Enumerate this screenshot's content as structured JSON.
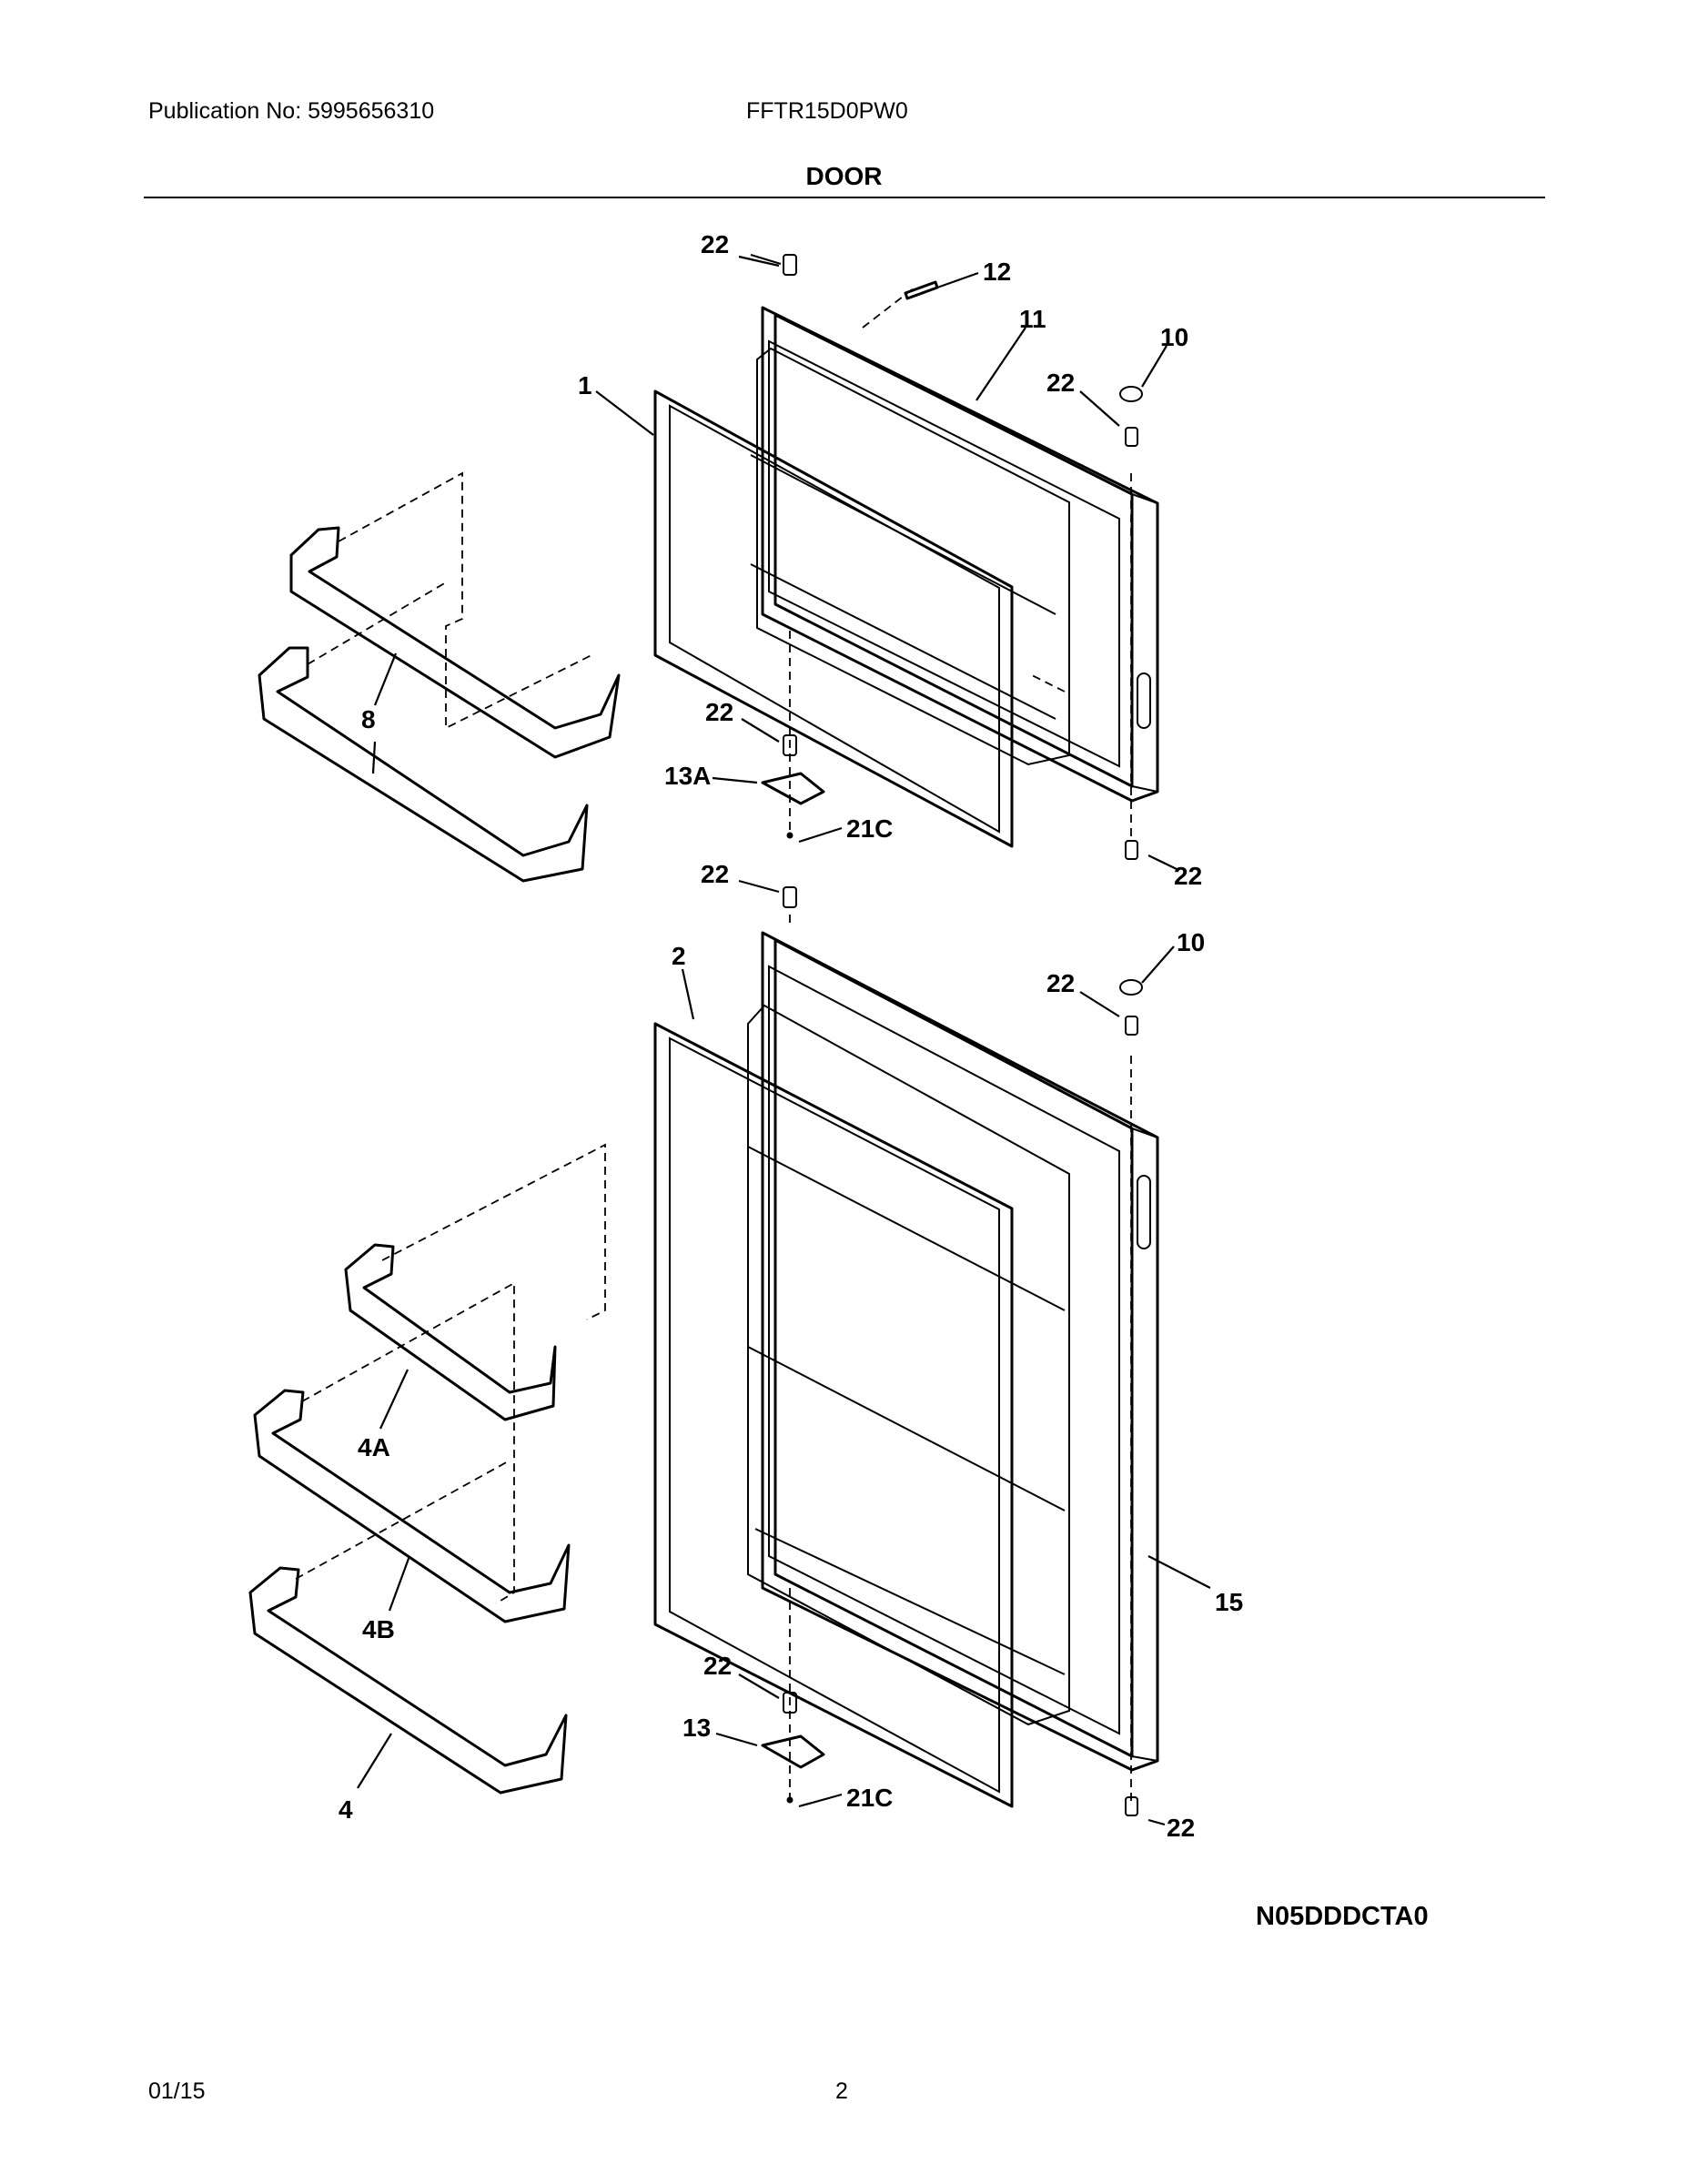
{
  "header": {
    "publication": "Publication No: 5995656310",
    "model": "FFTR15D0PW0",
    "title": "DOOR"
  },
  "diagram": {
    "code": "N05DDDCTA0",
    "callouts": {
      "c22_top": "22",
      "c12": "12",
      "c11": "11",
      "c10_top": "10",
      "c22_hinge_top": "22",
      "c1": "1",
      "c8": "8",
      "c22_mid_left": "22",
      "c13a": "13A",
      "c21c_top": "21C",
      "c22_mid_right": "22",
      "c22_fresh_top": "22",
      "c2": "2",
      "c10_bottom": "10",
      "c22_fresh_hinge": "22",
      "c4a": "4A",
      "c4b": "4B",
      "c15": "15",
      "c22_low_left": "22",
      "c13": "13",
      "c21c_bottom": "21C",
      "c22_bottom_right": "22",
      "c4": "4"
    }
  },
  "footer": {
    "date": "01/15",
    "page": "2"
  }
}
